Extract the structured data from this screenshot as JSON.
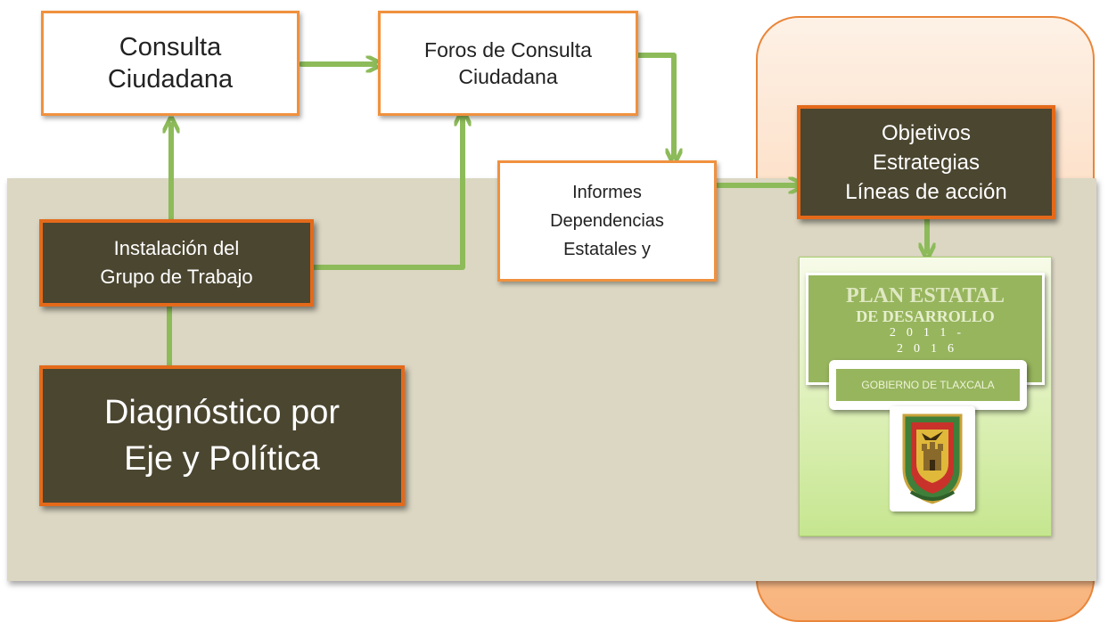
{
  "nodes": {
    "consulta": "Consulta\nCiudadana",
    "foros": "Foros de Consulta\nCiudadana",
    "informes": "Informes\nDependencias\nEstatales y",
    "objetivos": "Objetivos\nEstrategias\nLíneas de acción",
    "instalacion": "Instalación del\nGrupo de Trabajo",
    "diagnostico": "Diagnóstico por\nEje y Política"
  },
  "cover": {
    "title_line1": "PLAN ESTATAL",
    "title_line2": "DE DESARROLLO",
    "years_line1": "2011-",
    "years_line2": "2016",
    "subtitle": "GOBIERNO DE TLAXCALA"
  },
  "colors": {
    "arrow": "#8dbb5a",
    "dark_box": "#4b4630",
    "dark_border": "#e46a1a",
    "white_border": "#f0913e",
    "band": "#dcd7c3",
    "cover_green": "#97b55d"
  },
  "icons": {
    "crest": "tlaxcala-coat-of-arms-icon"
  }
}
